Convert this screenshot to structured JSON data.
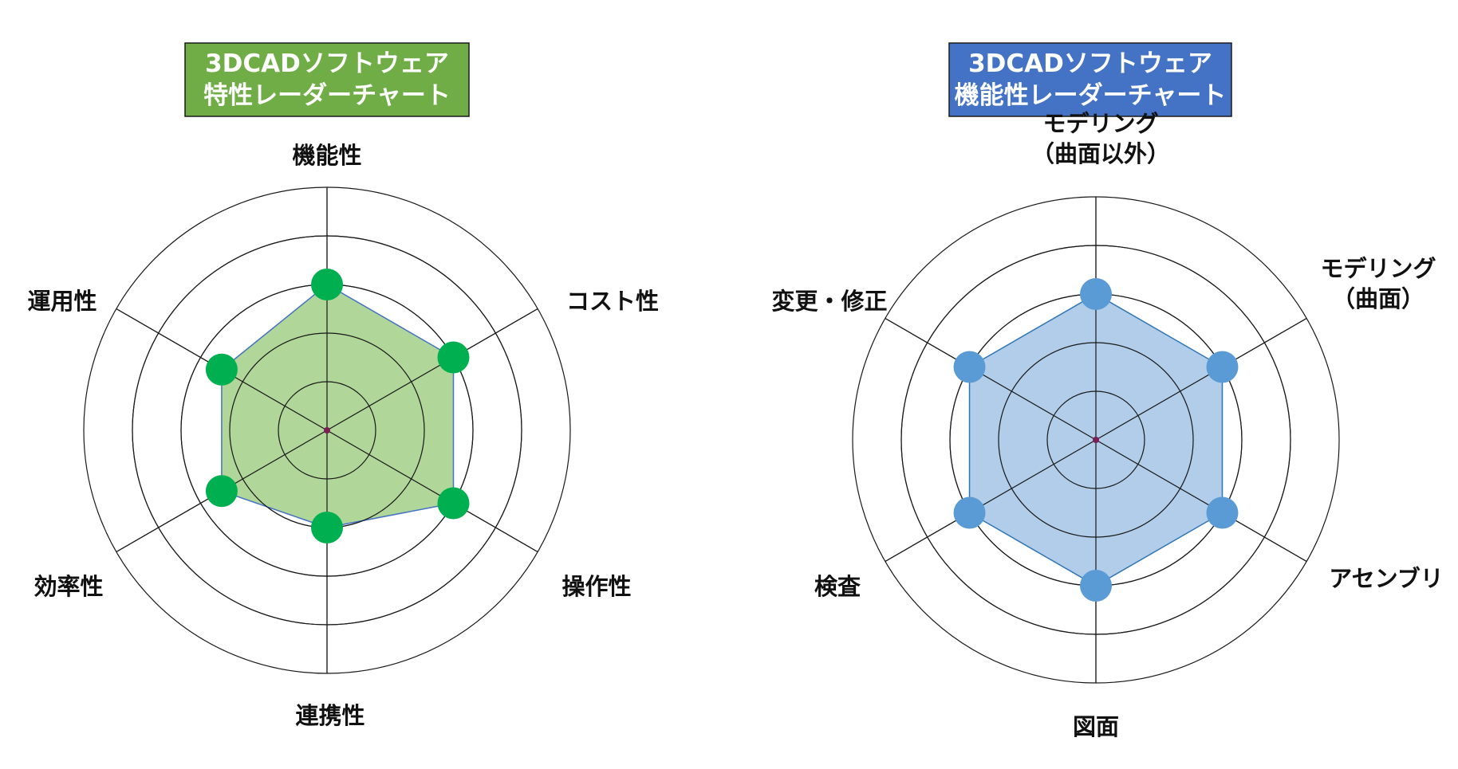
{
  "chart_data": [
    {
      "type": "radar",
      "title_lines": [
        "3DCADソフトウェア",
        "特性レーダーチャート"
      ],
      "title_bg": "#70AD47",
      "fill_color": "#A9D18E",
      "marker_color": "#00B050",
      "line_color": "#4472C4",
      "center_dot_color": "#7B1F55",
      "rings": 4,
      "max": 4,
      "grid": true,
      "categories": [
        {
          "label_lines": [
            "機能性"
          ]
        },
        {
          "label_lines": [
            "コスト性"
          ]
        },
        {
          "label_lines": [
            "操作性"
          ]
        },
        {
          "label_lines": [
            "連携性"
          ]
        },
        {
          "label_lines": [
            "効率性"
          ]
        },
        {
          "label_lines": [
            "運用性"
          ]
        }
      ],
      "values": [
        3,
        3,
        3,
        2,
        2.5,
        2.5
      ]
    },
    {
      "type": "radar",
      "title_lines": [
        "3DCADソフトウェア",
        "機能性レーダーチャート"
      ],
      "title_bg": "#4472C4",
      "fill_color": "#A9C8E8",
      "marker_color": "#5B9BD5",
      "line_color": "#2E75B6",
      "center_dot_color": "#7B1F55",
      "rings": 4,
      "max": 4,
      "grid": true,
      "categories": [
        {
          "label_lines": [
            "モデリング",
            "（曲面以外）"
          ]
        },
        {
          "label_lines": [
            "モデリング",
            "（曲面）"
          ]
        },
        {
          "label_lines": [
            "アセンブリ"
          ]
        },
        {
          "label_lines": [
            "図面"
          ]
        },
        {
          "label_lines": [
            "検査"
          ]
        },
        {
          "label_lines": [
            "変更・修正"
          ]
        }
      ],
      "values": [
        3,
        3,
        3,
        3,
        3,
        3
      ]
    }
  ]
}
